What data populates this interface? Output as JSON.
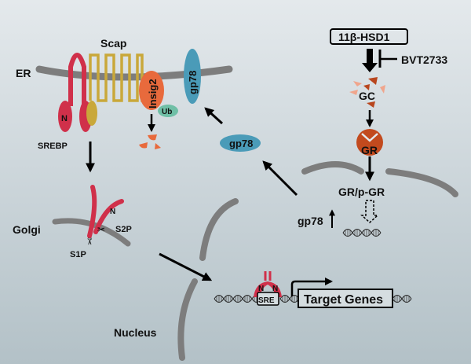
{
  "title": "11β-HSD1 / GR / gp78 regulation of SREBP processing",
  "colors": {
    "background_top": "#e4e9ec",
    "background_bottom": "#b3c1c7",
    "membrane": "#7d7d7d",
    "srebp": "#d0304a",
    "scap": "#c9a83a",
    "insig2": "#e86a3c",
    "gp78": "#4a9bb8",
    "ub": "#6fbfa6",
    "gc_dark": "#b8461e",
    "gc_light": "#f0a58c",
    "gr": "#c24a1e",
    "arrow": "#000000"
  },
  "labels": {
    "er": "ER",
    "scap": "Scap",
    "srebp": "SREBP",
    "srebp_n": "N",
    "insig2": "Insig2",
    "ub": "Ub",
    "gp78_membrane": "gp78",
    "gp78_free": "gp78",
    "golgi": "Golgi",
    "golgi_n": "N",
    "s1p": "S1P",
    "s2p": "S2P",
    "nucleus": "Nucleus",
    "hsd1": "11β-HSD1",
    "bvt": "BVT2733",
    "gc": "GC",
    "gr": "GR",
    "gr_pgr": "GR/p-GR",
    "gp78_up": "gp78",
    "sre": "SRE",
    "sre_n_left": "N",
    "sre_n_right": "N",
    "target_genes": "Target Genes"
  }
}
